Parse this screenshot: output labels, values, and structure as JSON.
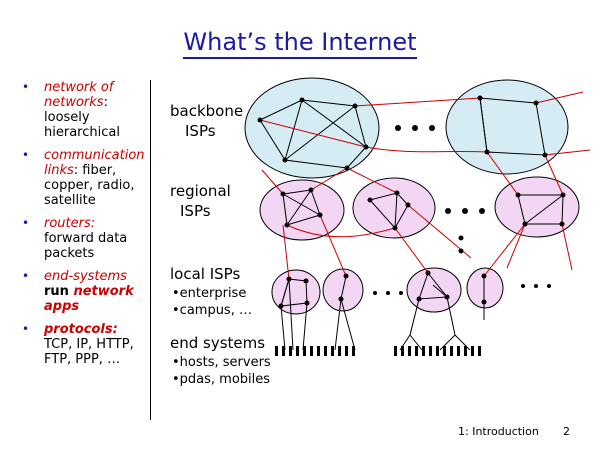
{
  "title": "What’s the Internet",
  "bullets": [
    {
      "a": "network of networks",
      "b": ":",
      "c": " loosely hierarchical"
    },
    {
      "a": "communication links",
      "b": ": fiber, copper, radio, satellite"
    },
    {
      "a": "routers:",
      "b": " forward data packets"
    },
    {
      "a": "end-systems",
      "b": "run ",
      "c": "network apps"
    },
    {
      "a": "protocols",
      "b": ":",
      "c": "TCP, IP, HTTP, FTP, PPP, …"
    }
  ],
  "labels": {
    "backbone1": "backbone",
    "backbone2": "ISPs",
    "regional1": "regional",
    "regional2": "ISPs",
    "local": "local ISPs",
    "local_items": [
      "•enterprise",
      "•campus, …"
    ],
    "end": "end systems",
    "end_items": [
      "•hosts, servers",
      "•pdas, mobiles"
    ]
  },
  "footer": {
    "left": "1: Introduction",
    "page": "2"
  },
  "colors": {
    "title": "#1a1aa6",
    "accent": "#cc0000",
    "backbone_fill": "#d6ecf4",
    "regional_fill": "#f3d6f3",
    "local_fill": "#f3d6f3"
  }
}
